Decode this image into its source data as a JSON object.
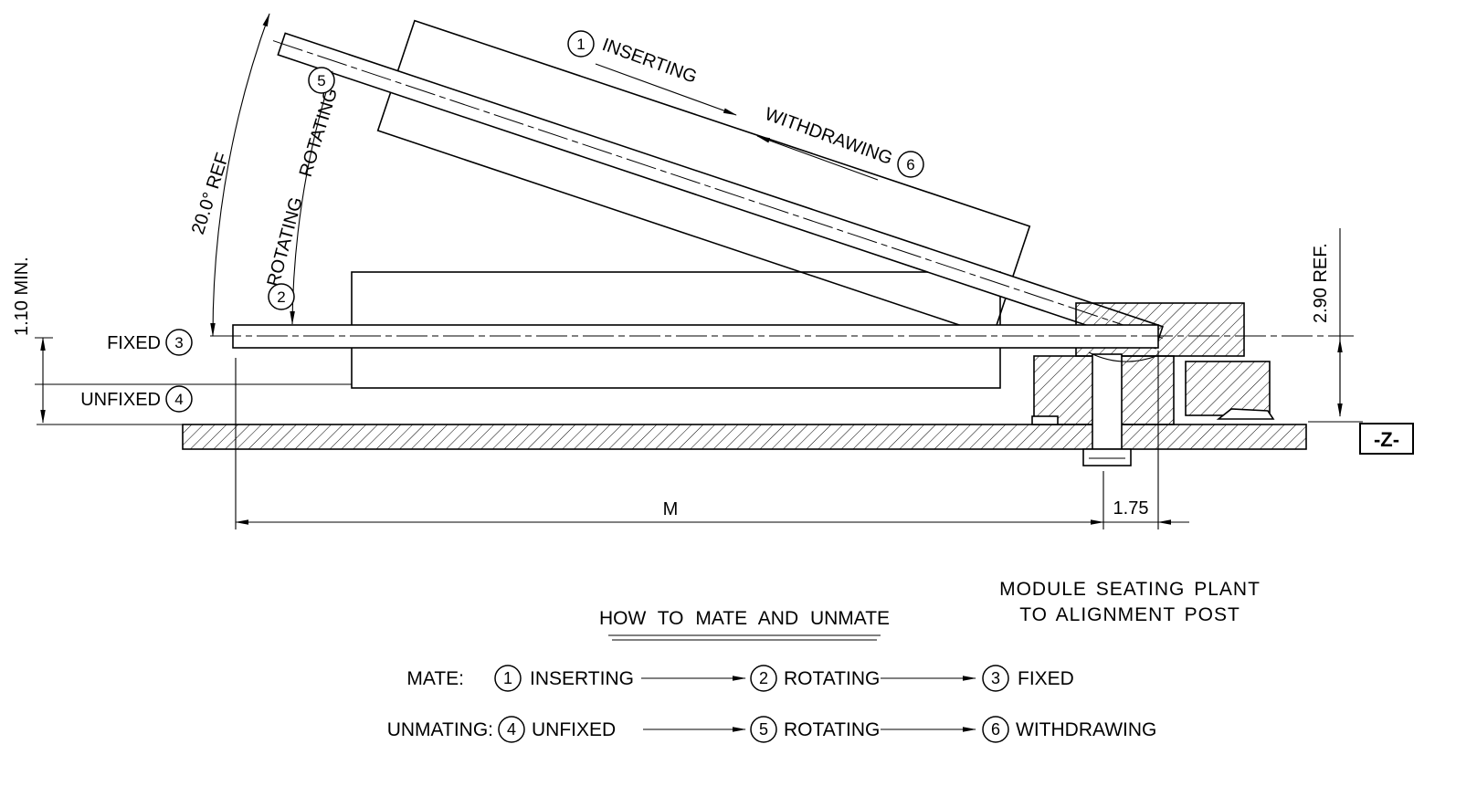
{
  "meta": {
    "background": "#ffffff",
    "ink": "#000000"
  },
  "drawing": {
    "angle_label": "20.0° REF",
    "rotating_upper": "ROTATING",
    "rotating_lower": "ROTATING",
    "inserting": "INSERTING",
    "withdrawing": "WITHDRAWING",
    "fixed": "FIXED",
    "unfixed": "UNFIXED",
    "dim_min_height": "1.10 MIN.",
    "dim_ref_height": "2.90 REF.",
    "dim_m": "M",
    "dim_post": "1.75",
    "datum": "-Z-",
    "callout_1": "1",
    "callout_2": "2",
    "callout_3": "3",
    "callout_4": "4",
    "callout_5": "5",
    "callout_6": "6",
    "note_line1": "MODULE SEATING PLANT",
    "note_line2": "TO ALIGNMENT POST"
  },
  "legend": {
    "title": "HOW TO MATE AND UNMATE",
    "mate_label": "MATE:",
    "unmate_label": "UNMATING:",
    "mate_steps": [
      {
        "num": "1",
        "label": "INSERTING"
      },
      {
        "num": "2",
        "label": "ROTATING"
      },
      {
        "num": "3",
        "label": "FIXED"
      }
    ],
    "unmate_steps": [
      {
        "num": "4",
        "label": "UNFIXED"
      },
      {
        "num": "5",
        "label": "ROTATING"
      },
      {
        "num": "6",
        "label": "WITHDRAWING"
      }
    ]
  }
}
